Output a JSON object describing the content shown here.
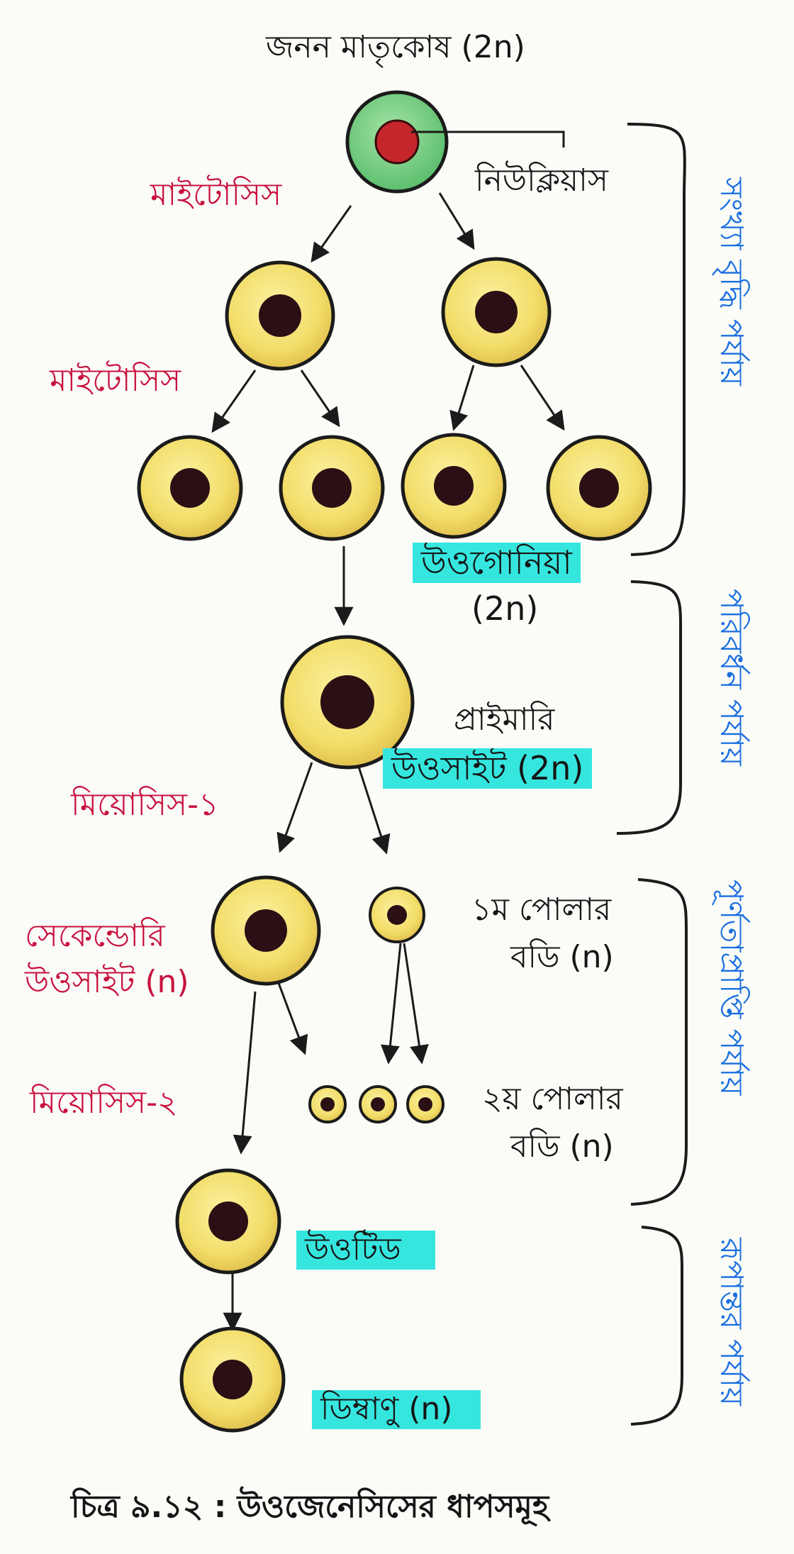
{
  "labels": {
    "mother_cell": "জনন মাতৃকোষ (2n)",
    "nucleus": "নিউক্লিয়াস",
    "mitosis_1": "মাইটোসিস",
    "mitosis_2": "মাইটোসিস",
    "oogonia": "উওগোনিয়া",
    "oogonia_ploidy": "(2n)",
    "primary_line1": "প্রাইমারি",
    "primary_line2": "উওসাইট (2n)",
    "meiosis_1": "মিয়োসিস-১",
    "secondary_line1": "সেকেন্ডোরি",
    "secondary_line2": "উওসাইট (n)",
    "first_polar_line1": "১ম পোলার",
    "first_polar_line2": "বডি (n)",
    "meiosis_2": "মিয়োসিস-২",
    "second_polar_line1": "২য় পোলার",
    "second_polar_line2": "বডি (n)",
    "ootid": "উওটিড",
    "ovum": "ডিম্বাণু (n)"
  },
  "phases": {
    "multiplication": "সংখ্যা বৃদ্ধি পর্যায়",
    "growth": "পরিবর্ধন পর্যায়",
    "maturation": "পূর্ণতাপ্রাপ্তি পর্যায়",
    "transformation": "রূপান্তর পর্যায়"
  },
  "caption": "চিত্র ৯.১২ : উওজেনেসিসের ধাপসমূহ",
  "colors": {
    "cell_fill": "#f3e07a",
    "cell_edge": "#1b1b1b",
    "nucleus_fill": "#2a0f14",
    "mother_outer": "#6fc77e",
    "mother_nucleus": "#c4262b",
    "highlight": "#35e6df",
    "red_text": "#c8123e",
    "blue_text": "#1a6fe0"
  }
}
